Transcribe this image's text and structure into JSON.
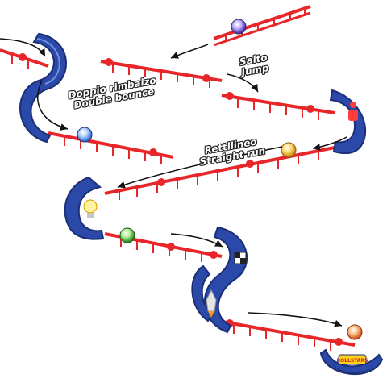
{
  "labels": {
    "double_bounce": {
      "line1": "Doppio rimbalzo",
      "line2": "Double bounce"
    },
    "jump": {
      "line1": "Salto",
      "line2": "Jump"
    },
    "straight_run": {
      "line1": "Rettilineo",
      "line2": "Straight run"
    }
  },
  "brand": {
    "logo_text": "ROLLSTARS"
  },
  "colors": {
    "track": "#e8262a",
    "piece_blue": "#2a49a8",
    "piece_blue_dark": "#1b2f78",
    "path_arrow": "#111111"
  },
  "icons": [
    "rocket-icon",
    "lightbulb-icon",
    "mouse-icon",
    "checkered-flag-icon"
  ]
}
